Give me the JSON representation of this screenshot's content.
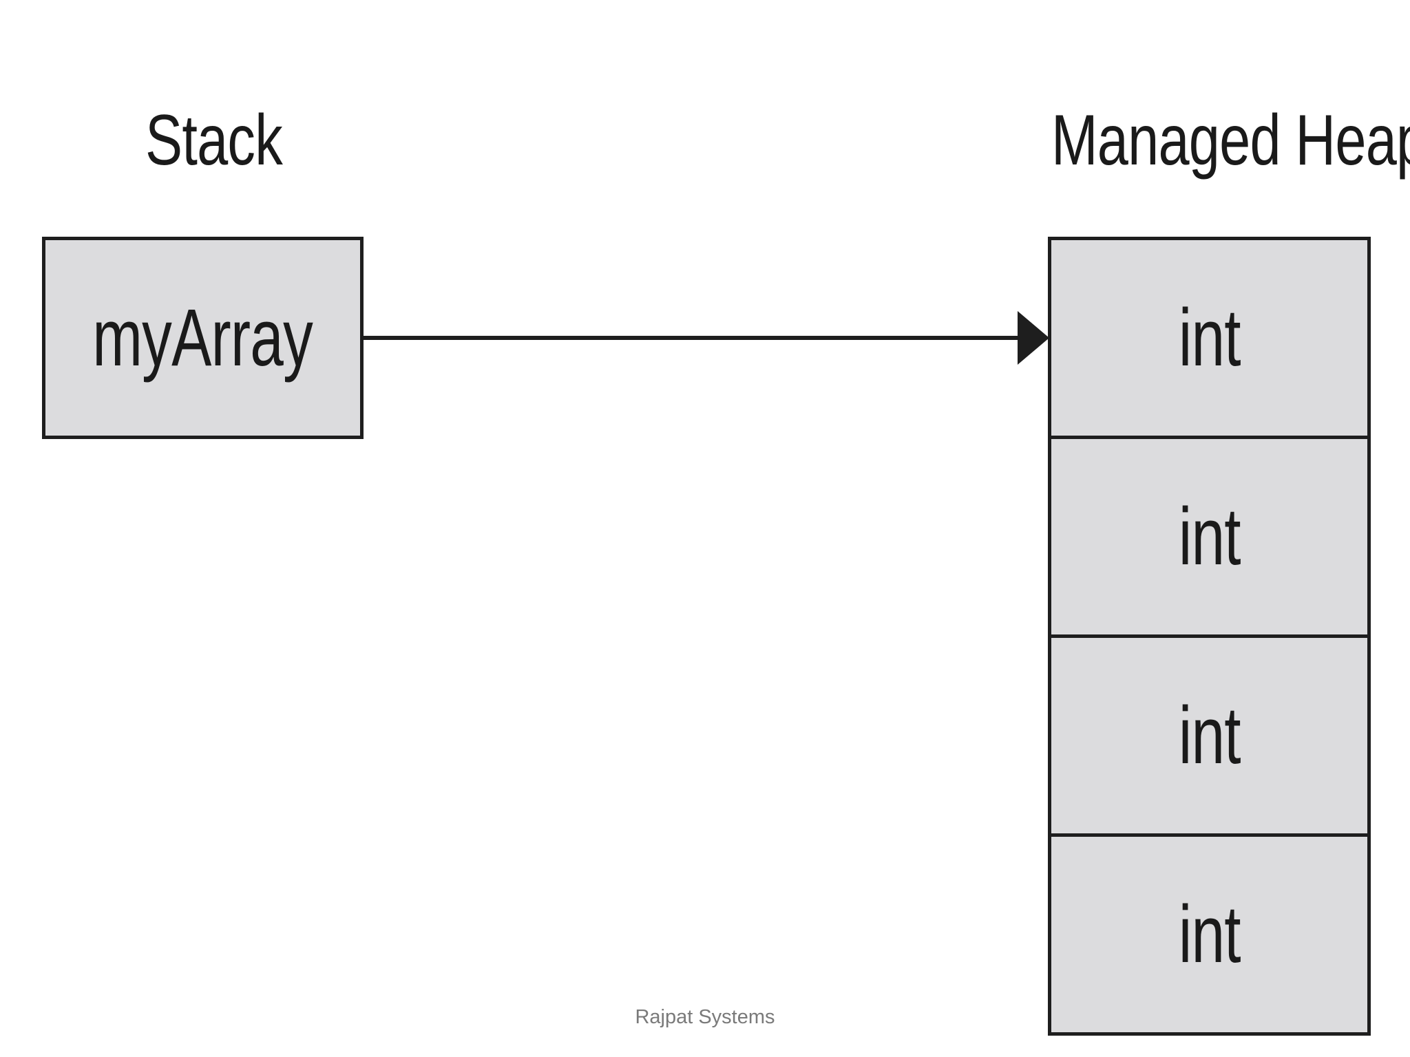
{
  "stack": {
    "title": "Stack",
    "variable": "myArray"
  },
  "heap": {
    "title": "Managed Heap",
    "cells": [
      "int",
      "int",
      "int",
      "int"
    ]
  },
  "footer": "Rajpat Systems",
  "colors": {
    "box_fill": "#dcdcde",
    "border": "#1e1e1e",
    "text": "#1a1a1a",
    "footer_text": "#7a7a7a"
  }
}
